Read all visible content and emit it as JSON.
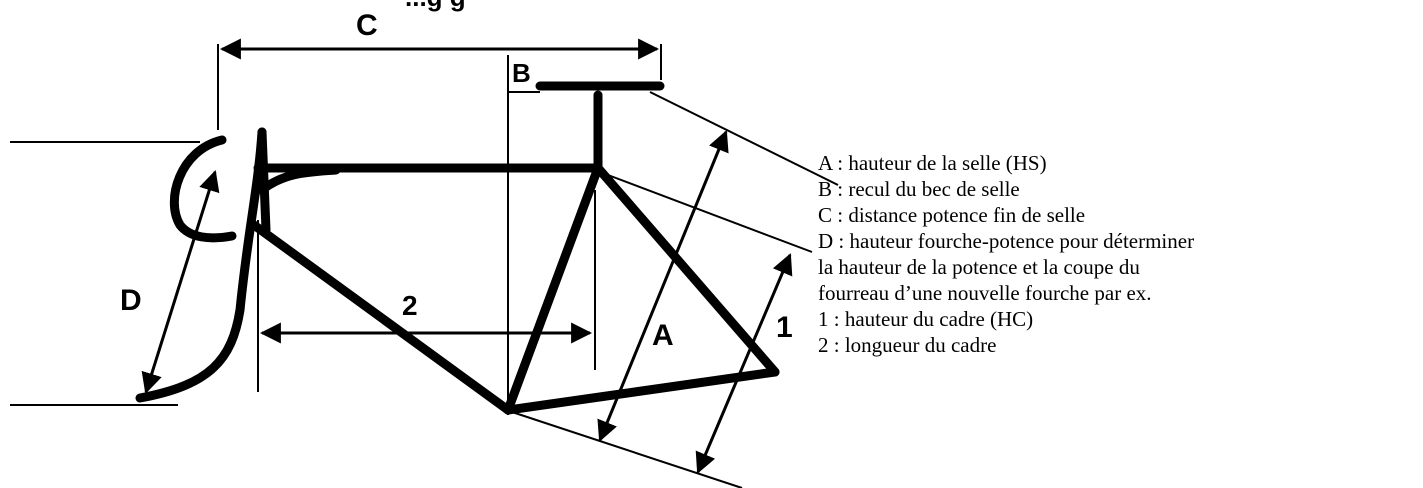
{
  "title_fragment": "...g g",
  "labels": {
    "A": "A",
    "B": "B",
    "C": "C",
    "D": "D",
    "one": "1",
    "two": "2"
  },
  "legend": [
    "A : hauteur de la selle (HS)",
    "B : recul du bec de selle",
    "C : distance potence fin de selle",
    "D : hauteur fourche-potence pour déterminer",
    "la hauteur de la potence et la coupe du",
    "fourreau d’une nouvelle fourche par ex.",
    "1 : hauteur du cadre (HC)",
    "2 : longueur du cadre"
  ]
}
